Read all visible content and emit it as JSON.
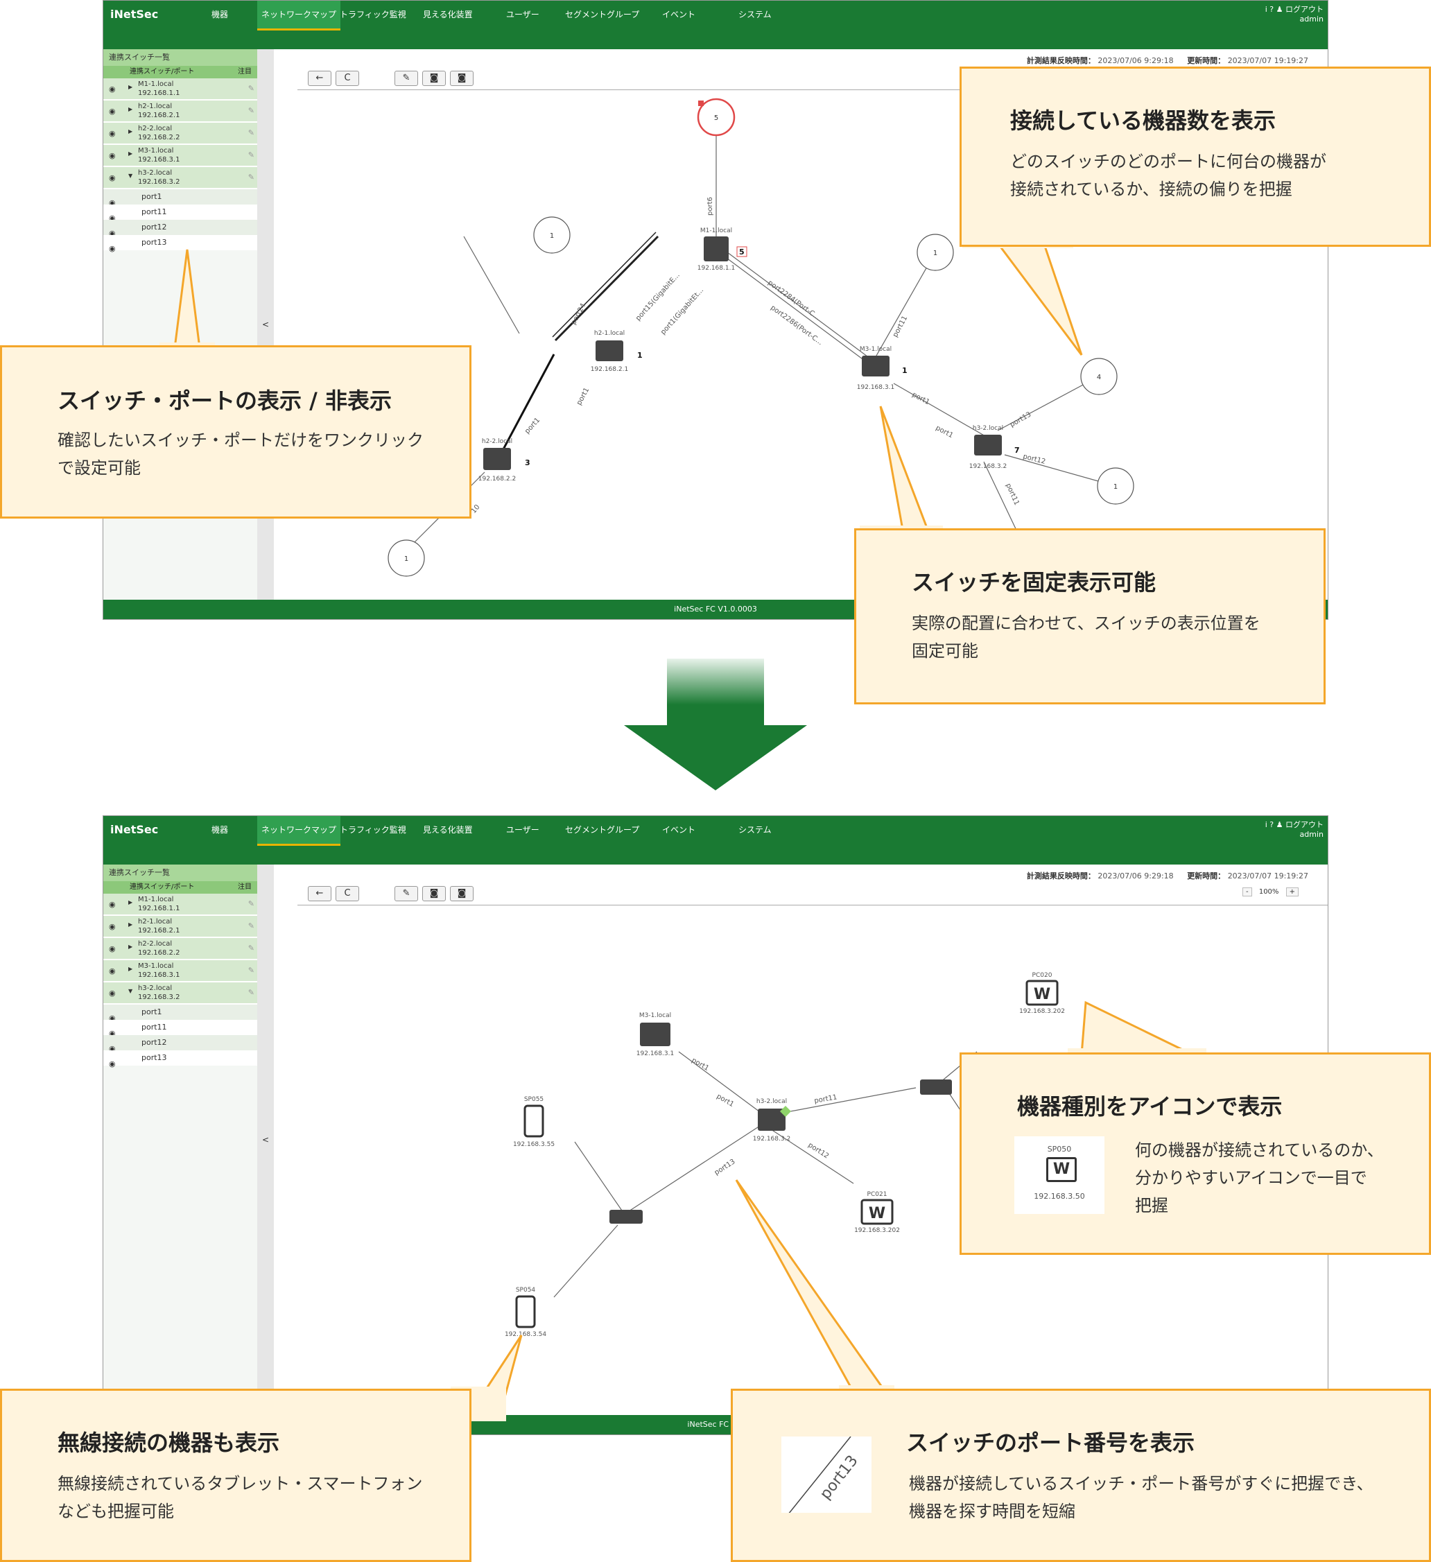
{
  "app": {
    "logo": "iNetSec",
    "nav": [
      "機器",
      "ネットワークマップ",
      "トラフィック監視",
      "見える化装置",
      "ユーザー",
      "セグメントグループ",
      "イベント",
      "システム"
    ],
    "active_nav": "ネットワークマップ",
    "header_icons": "i ? ♟ ログアウト",
    "user": "admin",
    "footer": "iNetSec FC V1.0.0003",
    "footer_short": "iNetSec FC V1."
  },
  "sidebar": {
    "title": "連携スイッチ一覧",
    "header": "連携スイッチ/ポート",
    "header_right": "注目",
    "switches": [
      {
        "name": "M1-1.local",
        "ip": "192.168.1.1",
        "arrow": "▶"
      },
      {
        "name": "h2-1.local",
        "ip": "192.168.2.1",
        "arrow": "▶"
      },
      {
        "name": "h2-2.local",
        "ip": "192.168.2.2",
        "arrow": "▶"
      },
      {
        "name": "M3-1.local",
        "ip": "192.168.3.1",
        "arrow": "▶"
      },
      {
        "name": "h3-2.local",
        "ip": "192.168.3.2",
        "arrow": "▼"
      }
    ],
    "ports": [
      "port1",
      "port11",
      "port12",
      "port13"
    ],
    "collapse": "<"
  },
  "meta": {
    "measure_label": "計測結果反映時間：",
    "measure_time": "2023/07/06 9:29:18",
    "update_label": "更新時間：",
    "update_time": "2023/07/07 19:19:27",
    "zoom_minus": "-",
    "zoom_value": "100%",
    "zoom_plus": "+"
  },
  "toolbar": {
    "back": "←",
    "refresh": "C",
    "edit": "✎",
    "camera1": "◙",
    "camera2": "◙"
  },
  "map1": {
    "switches": [
      {
        "name": "M1-1.local",
        "ip": "192.168.1.1",
        "count": "5"
      },
      {
        "name": "h2-1.local",
        "ip": "192.168.2.1",
        "count": "1"
      },
      {
        "name": "h2-2.local",
        "ip": "192.168.2.2",
        "count": "3"
      },
      {
        "name": "M3-1.local",
        "ip": "192.168.3.1",
        "count": "1"
      },
      {
        "name": "h3-2.local",
        "ip": "192.168.3.2",
        "count": "7"
      }
    ],
    "circles": [
      "5",
      "1",
      "1",
      "4",
      "1",
      "1"
    ],
    "ports": [
      "port6",
      "port24",
      "port15(GigabitE...",
      "port1(GigabitEt...",
      "port2284(Port-C...",
      "port2286(Port-C...",
      "port11",
      "port1",
      "port1",
      "port1",
      "port1",
      "port13",
      "port12",
      "port11",
      "10"
    ]
  },
  "map2": {
    "switches": [
      {
        "name": "M3-1.local",
        "ip": "192.168.3.1"
      },
      {
        "name": "h3-2.local",
        "ip": "192.168.3.2"
      }
    ],
    "devices": [
      {
        "name": "PC020",
        "ip": "192.168.3.202"
      },
      {
        "name": "PC021",
        "ip": "192.168.3.202"
      },
      {
        "name": "SP055",
        "ip": "192.168.3.55"
      },
      {
        "name": "SP054",
        "ip": "192.168.3.54"
      }
    ],
    "ports": [
      "port1",
      "port1",
      "port11",
      "port12",
      "port13"
    ]
  },
  "callouts": {
    "c1": {
      "title": "接続している機器数を表示",
      "l1": "どのスイッチのどのポートに何台の機器が",
      "l2": "接続されているか、接続の偏りを把握"
    },
    "c2": {
      "title": "スイッチ・ポートの表示 / 非表示",
      "l1": "確認したいスイッチ・ポートだけをワンクリック",
      "l2": "で設定可能"
    },
    "c3": {
      "title": "スイッチを固定表示可能",
      "l1": "実際の配置に合わせて、スイッチの表示位置を",
      "l2": "固定可能"
    },
    "c4": {
      "title": "機器種別をアイコンで表示",
      "l1": "何の機器が接続されているのか、",
      "l2": "分かりやすいアイコンで一目で",
      "l3": "把握",
      "sample_name": "SP050",
      "sample_ip": "192.168.3.50"
    },
    "c5": {
      "title": "無線接続の機器も表示",
      "l1": "無線接続されているタブレット・スマートフォン",
      "l2": "なども把握可能"
    },
    "c6": {
      "title": "スイッチのポート番号を表示",
      "l1": "機器が接続しているスイッチ・ポート番号がすぐに把握でき、",
      "l2": "機器を探す時間を短縮",
      "sample_port": "port13"
    }
  },
  "colors": {
    "brand_green": "#1a7a33",
    "active_tab": "#30a050",
    "callout_border": "#f4a62a",
    "callout_bg": "#fff4dd"
  }
}
